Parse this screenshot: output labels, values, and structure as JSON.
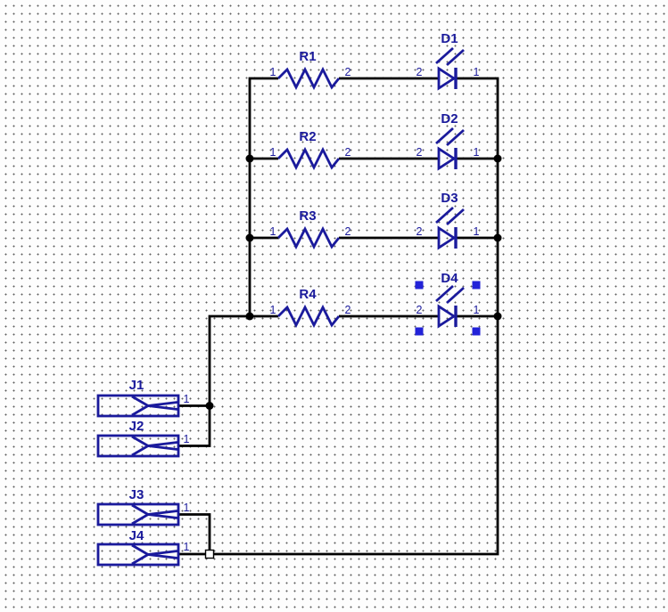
{
  "canvas": {
    "background": "#fdfdfd",
    "grid_dot_color": "#5f5f5f",
    "wire_color": "#000000",
    "component_color": "#1A1A9C",
    "selection_color": "#2222D8"
  },
  "resistors": [
    {
      "ref": "R1",
      "pin1": "1",
      "pin2": "2"
    },
    {
      "ref": "R2",
      "pin1": "1",
      "pin2": "2"
    },
    {
      "ref": "R3",
      "pin1": "1",
      "pin2": "2"
    },
    {
      "ref": "R4",
      "pin1": "1",
      "pin2": "2"
    }
  ],
  "leds": [
    {
      "ref": "D1",
      "pin2": "2",
      "pin1": "1",
      "selected": false
    },
    {
      "ref": "D2",
      "pin2": "2",
      "pin1": "1",
      "selected": false
    },
    {
      "ref": "D3",
      "pin2": "2",
      "pin1": "1",
      "selected": false
    },
    {
      "ref": "D4",
      "pin2": "2",
      "pin1": "1",
      "selected": true
    }
  ],
  "connectors": [
    {
      "ref": "J1",
      "pin1": "1"
    },
    {
      "ref": "J2",
      "pin1": "1"
    },
    {
      "ref": "J3",
      "pin1": "1"
    },
    {
      "ref": "J4",
      "pin1": "1"
    }
  ]
}
